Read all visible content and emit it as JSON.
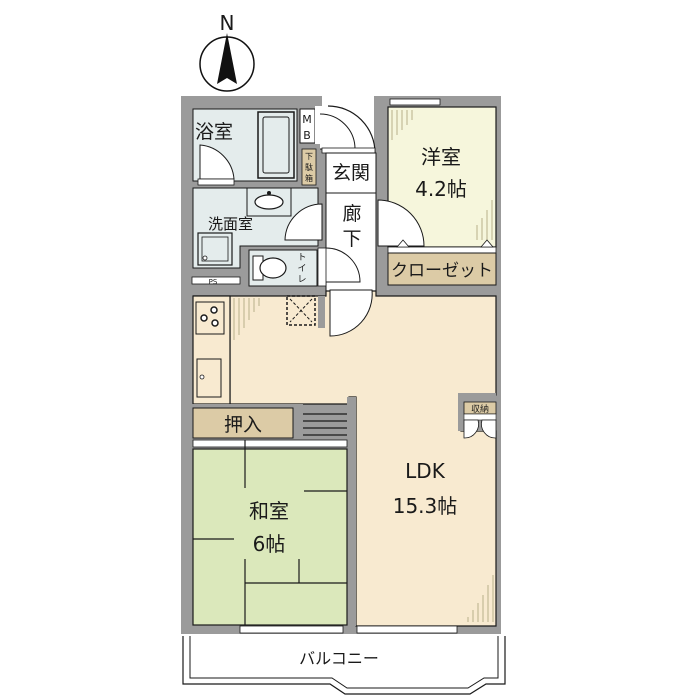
{
  "compass": {
    "label": "N"
  },
  "rooms": {
    "bath": {
      "label": "浴室"
    },
    "mb": {
      "line1": "M",
      "line2": "B"
    },
    "shoe_box": {
      "line1": "下",
      "line2": "駄",
      "line3": "箱"
    },
    "entrance": {
      "label": "玄関"
    },
    "hallway": {
      "line1": "廊",
      "line2": "下"
    },
    "western": {
      "label": "洋室",
      "size": "4.2帖"
    },
    "washroom": {
      "label": "洗面室"
    },
    "toilet": {
      "line1": "ト",
      "line2": "イ",
      "line3": "レ"
    },
    "ps": {
      "label": "PS"
    },
    "closet": {
      "label": "クローゼット"
    },
    "oshiire": {
      "label": "押入"
    },
    "storage": {
      "label": "収納"
    },
    "japanese": {
      "label": "和室",
      "size": "6帖"
    },
    "ldk": {
      "label": "LDK",
      "size": "15.3帖"
    },
    "balcony": {
      "label": "バルコニー"
    }
  },
  "colors": {
    "wall": "#9b9b9b",
    "wet_area": "#e4ecec",
    "western_floor": "#f6f6dc",
    "ldk_floor": "#f8ead0",
    "storage": "#dccba6",
    "tatami": "#dbe8bb",
    "outline": "#1a1a1a"
  }
}
